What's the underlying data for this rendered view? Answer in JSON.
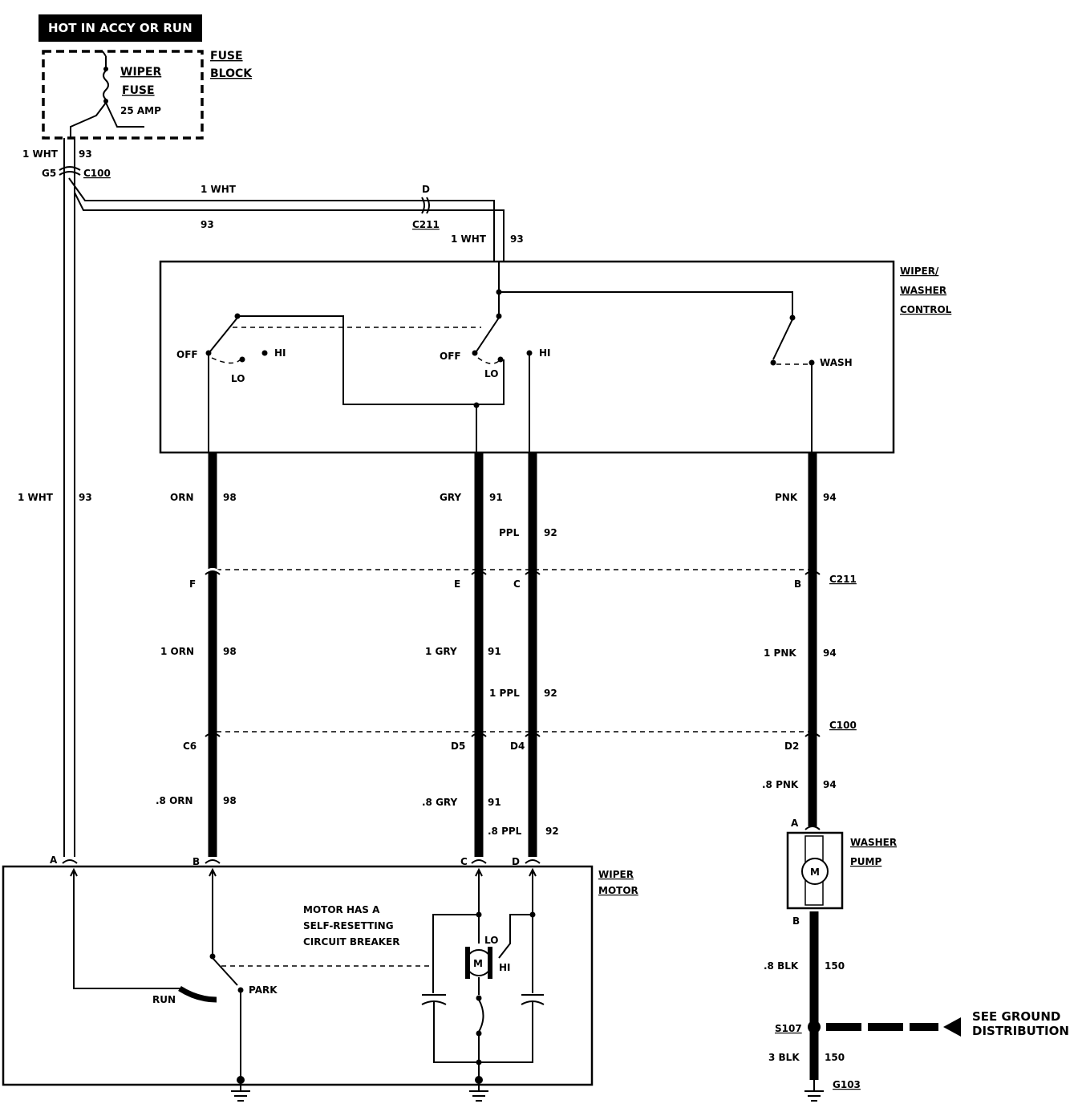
{
  "header": {
    "title": "HOT IN ACCY OR RUN"
  },
  "fuse_block": {
    "name_line1": "FUSE",
    "name_line2": "BLOCK",
    "fuse_line1": "WIPER",
    "fuse_line2": "FUSE",
    "rating": "25 AMP"
  },
  "feed_wire": {
    "top_color": "1 WHT",
    "top_circuit": "93",
    "connector_pin": "G5",
    "connector": "C100",
    "branch_color": "1 WHT",
    "branch_circuit": "93",
    "c211_pin": "D",
    "c211": "C211",
    "switch_feed_color": "1 WHT",
    "switch_feed_circuit": "93",
    "long_color": "1 WHT",
    "long_circuit": "93"
  },
  "control": {
    "name_line1": "WIPER/",
    "name_line2": "WASHER",
    "name_line3": "CONTROL",
    "sw1_off": "OFF",
    "sw1_lo": "LO",
    "sw1_hi": "HI",
    "sw2_off": "OFF",
    "sw2_lo": "LO",
    "sw2_hi": "HI",
    "wash": "WASH"
  },
  "wires_upper": {
    "orn": "ORN",
    "orn_ckt": "98",
    "gry": "GRY",
    "gry_ckt": "91",
    "ppl": "PPL",
    "ppl_ckt": "92",
    "pnk": "PNK",
    "pnk_ckt": "94"
  },
  "c211_row": {
    "pin_f": "F",
    "pin_e": "E",
    "pin_c": "C",
    "pin_b": "B",
    "name": "C211"
  },
  "wires_mid": {
    "orn": "1 ORN",
    "orn_ckt": "98",
    "gry": "1 GRY",
    "gry_ckt": "91",
    "ppl": "1 PPL",
    "ppl_ckt": "92",
    "pnk": "1 PNK",
    "pnk_ckt": "94"
  },
  "c100_row": {
    "pin_c6": "C6",
    "pin_d5": "D5",
    "pin_d4": "D4",
    "pin_d2": "D2",
    "name": "C100"
  },
  "wires_lower": {
    "orn": ".8 ORN",
    "orn_ckt": "98",
    "gry": ".8 GRY",
    "gry_ckt": "91",
    "ppl": ".8 PPL",
    "ppl_ckt": "92",
    "pnk": ".8 PNK",
    "pnk_ckt": "94"
  },
  "motor": {
    "name_line1": "WIPER",
    "name_line2": "MOTOR",
    "pin_a": "A",
    "pin_b": "B",
    "pin_c": "C",
    "pin_d": "D",
    "note_line1": "MOTOR HAS A",
    "note_line2": "SELF-RESETTING",
    "note_line3": "CIRCUIT BREAKER",
    "run": "RUN",
    "park": "PARK",
    "lo": "LO",
    "hi": "HI",
    "m": "M"
  },
  "pump": {
    "name_line1": "WASHER",
    "name_line2": "PUMP",
    "pin_a": "A",
    "pin_b": "B",
    "m": "M"
  },
  "ground": {
    "blk_color": ".8 BLK",
    "blk_circuit": "150",
    "splice": "S107",
    "heavy_color": "3 BLK",
    "heavy_circuit": "150",
    "ground": "G103",
    "see_line1": "SEE GROUND",
    "see_line2": "DISTRIBUTION"
  }
}
